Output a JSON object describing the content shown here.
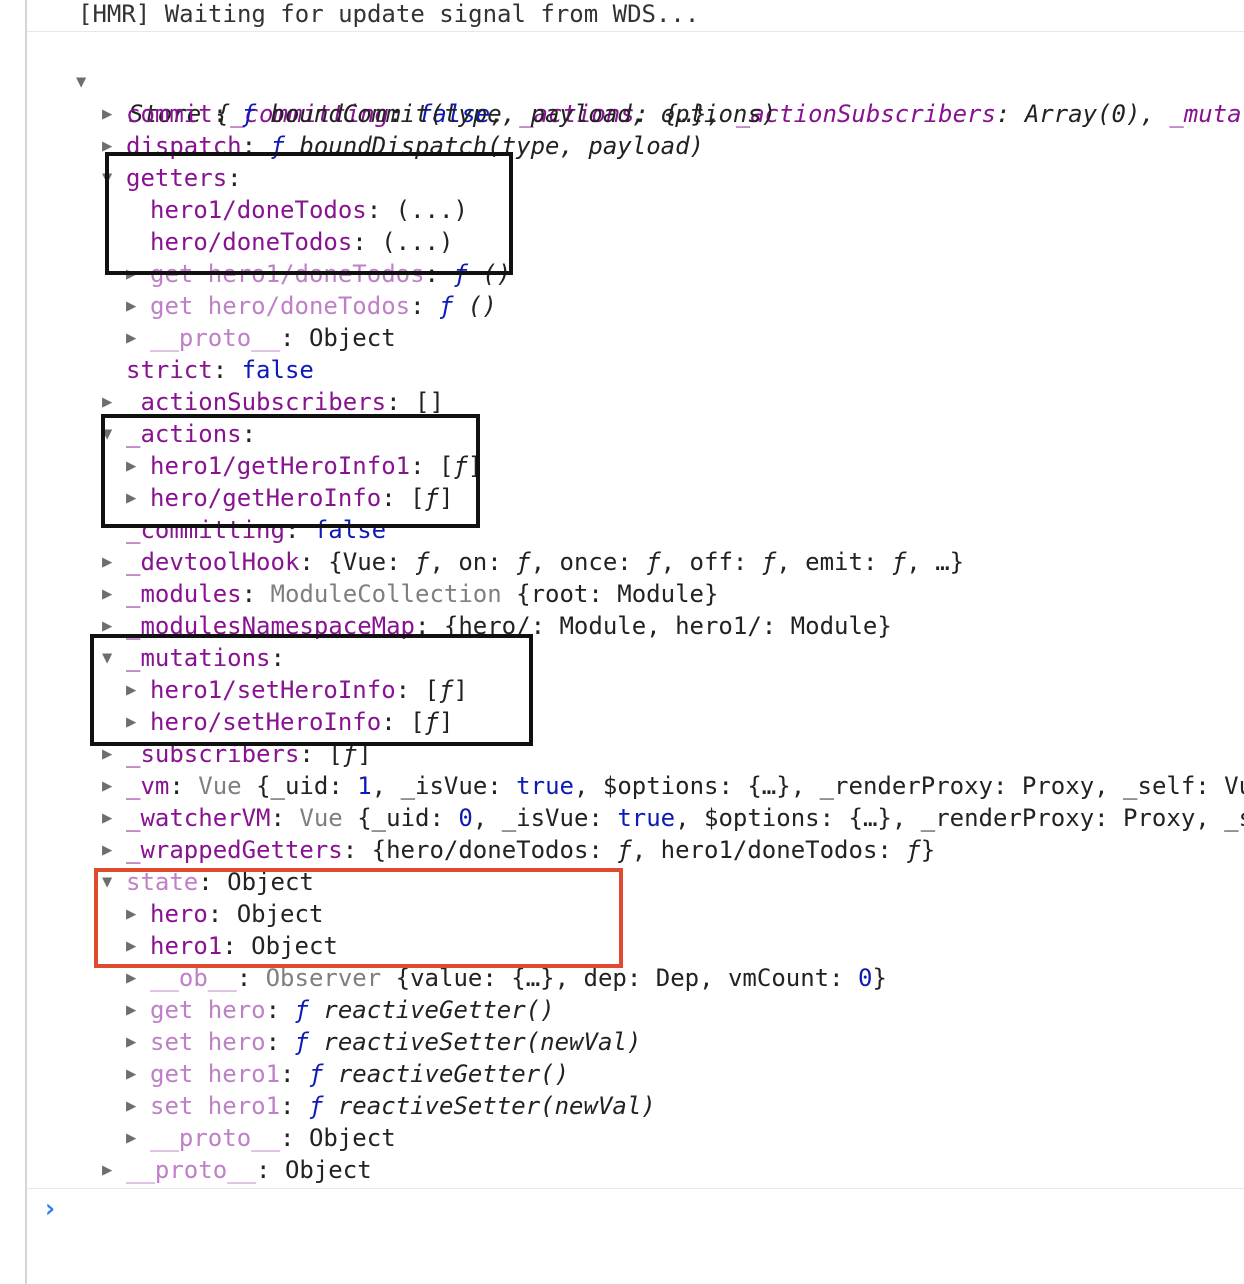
{
  "hmr_message": "[HMR] Waiting for update signal from WDS...",
  "store": {
    "name": "Store",
    "summary": [
      {
        "t": " {",
        "c": "i"
      },
      {
        "t": "_committing",
        "c": "i k"
      },
      {
        "t": ": ",
        "c": "i"
      },
      {
        "t": "false",
        "c": "i kw"
      },
      {
        "t": ", ",
        "c": "i"
      },
      {
        "t": "_actions",
        "c": "i k"
      },
      {
        "t": ": {…}, ",
        "c": "i"
      },
      {
        "t": "_actionSubscribers",
        "c": "i k"
      },
      {
        "t": ": Array(0), ",
        "c": "i"
      },
      {
        "t": "_mutati",
        "c": "i k"
      }
    ]
  },
  "rows": [
    {
      "indent": 0,
      "arrow": "right",
      "parts": [
        {
          "t": "commit",
          "c": "k"
        },
        {
          "t": ": "
        },
        {
          "t": "ƒ ",
          "c": "i kw"
        },
        {
          "t": "boundCommit(type, payload, options)",
          "c": "i"
        }
      ]
    },
    {
      "indent": 0,
      "arrow": "right",
      "parts": [
        {
          "t": "dispatch",
          "c": "k"
        },
        {
          "t": ": "
        },
        {
          "t": "ƒ ",
          "c": "i kw"
        },
        {
          "t": "boundDispatch(type, payload)",
          "c": "i"
        }
      ]
    },
    {
      "indent": 0,
      "arrow": "down",
      "parts": [
        {
          "t": "getters",
          "c": "k"
        },
        {
          "t": ":"
        }
      ]
    },
    {
      "indent": 1,
      "arrow": "none",
      "parts": [
        {
          "t": "hero1/doneTodos",
          "c": "k"
        },
        {
          "t": ": (...)"
        }
      ]
    },
    {
      "indent": 1,
      "arrow": "none",
      "parts": [
        {
          "t": "hero/doneTodos",
          "c": "k"
        },
        {
          "t": ": (...)"
        }
      ]
    },
    {
      "indent": 1,
      "arrow": "right",
      "parts": [
        {
          "t": "get hero1/doneTodos",
          "c": "kd"
        },
        {
          "t": ": "
        },
        {
          "t": "ƒ ",
          "c": "i kw"
        },
        {
          "t": "()",
          "c": "i"
        }
      ]
    },
    {
      "indent": 1,
      "arrow": "right",
      "parts": [
        {
          "t": "get hero/doneTodos",
          "c": "kd"
        },
        {
          "t": ": "
        },
        {
          "t": "ƒ ",
          "c": "i kw"
        },
        {
          "t": "()",
          "c": "i"
        }
      ]
    },
    {
      "indent": 1,
      "arrow": "right",
      "parts": [
        {
          "t": "__proto__",
          "c": "kd"
        },
        {
          "t": ": Object"
        }
      ]
    },
    {
      "indent": 0,
      "arrow": "none",
      "parts": [
        {
          "t": "strict",
          "c": "k"
        },
        {
          "t": ": "
        },
        {
          "t": "false",
          "c": "kw"
        }
      ]
    },
    {
      "indent": 0,
      "arrow": "right",
      "parts": [
        {
          "t": "_actionSubscribers",
          "c": "k"
        },
        {
          "t": ": []"
        }
      ]
    },
    {
      "indent": 0,
      "arrow": "down",
      "parts": [
        {
          "t": "_actions",
          "c": "k"
        },
        {
          "t": ":"
        }
      ]
    },
    {
      "indent": 1,
      "arrow": "right",
      "parts": [
        {
          "t": "hero1/getHeroInfo1",
          "c": "k"
        },
        {
          "t": ": ["
        },
        {
          "t": "ƒ",
          "c": "i"
        },
        {
          "t": "]"
        }
      ]
    },
    {
      "indent": 1,
      "arrow": "right",
      "parts": [
        {
          "t": "hero/getHeroInfo",
          "c": "k"
        },
        {
          "t": ": ["
        },
        {
          "t": "ƒ",
          "c": "i"
        },
        {
          "t": "]"
        }
      ]
    },
    {
      "indent": 0,
      "arrow": "none",
      "parts": [
        {
          "t": "_committing",
          "c": "k"
        },
        {
          "t": ": "
        },
        {
          "t": "false",
          "c": "kw"
        }
      ]
    },
    {
      "indent": 0,
      "arrow": "right",
      "parts": [
        {
          "t": "_devtoolHook",
          "c": "k"
        },
        {
          "t": ": {Vue: "
        },
        {
          "t": "ƒ",
          "c": "i"
        },
        {
          "t": ", on: "
        },
        {
          "t": "ƒ",
          "c": "i"
        },
        {
          "t": ", once: "
        },
        {
          "t": "ƒ",
          "c": "i"
        },
        {
          "t": ", off: "
        },
        {
          "t": "ƒ",
          "c": "i"
        },
        {
          "t": ", emit: "
        },
        {
          "t": "ƒ",
          "c": "i"
        },
        {
          "t": ", …}"
        }
      ]
    },
    {
      "indent": 0,
      "arrow": "right",
      "parts": [
        {
          "t": "_modules",
          "c": "k"
        },
        {
          "t": ": "
        },
        {
          "t": "ModuleCollection",
          "c": "g"
        },
        {
          "t": " {root: Module}"
        }
      ]
    },
    {
      "indent": 0,
      "arrow": "right",
      "parts": [
        {
          "t": "_modulesNamespaceMap",
          "c": "k"
        },
        {
          "t": ": {hero/: Module, hero1/: Module}"
        }
      ]
    },
    {
      "indent": 0,
      "arrow": "down",
      "parts": [
        {
          "t": "_mutations",
          "c": "k"
        },
        {
          "t": ":"
        }
      ]
    },
    {
      "indent": 1,
      "arrow": "right",
      "parts": [
        {
          "t": "hero1/setHeroInfo",
          "c": "k"
        },
        {
          "t": ": ["
        },
        {
          "t": "ƒ",
          "c": "i"
        },
        {
          "t": "]"
        }
      ]
    },
    {
      "indent": 1,
      "arrow": "right",
      "parts": [
        {
          "t": "hero/setHeroInfo",
          "c": "k"
        },
        {
          "t": ": ["
        },
        {
          "t": "ƒ",
          "c": "i"
        },
        {
          "t": "]"
        }
      ]
    },
    {
      "indent": 0,
      "arrow": "right",
      "parts": [
        {
          "t": "_subscribers",
          "c": "k"
        },
        {
          "t": ": ["
        },
        {
          "t": "ƒ",
          "c": "i"
        },
        {
          "t": "]"
        }
      ]
    },
    {
      "indent": 0,
      "arrow": "right",
      "parts": [
        {
          "t": "_vm",
          "c": "k"
        },
        {
          "t": ": "
        },
        {
          "t": "Vue",
          "c": "g"
        },
        {
          "t": " {_uid: "
        },
        {
          "t": "1",
          "c": "kw"
        },
        {
          "t": ", _isVue: "
        },
        {
          "t": "true",
          "c": "kw"
        },
        {
          "t": ", $options: {…}, _renderProxy: Proxy, _self: Vu"
        }
      ]
    },
    {
      "indent": 0,
      "arrow": "right",
      "parts": [
        {
          "t": "_watcherVM",
          "c": "k"
        },
        {
          "t": ": "
        },
        {
          "t": "Vue",
          "c": "g"
        },
        {
          "t": " {_uid: "
        },
        {
          "t": "0",
          "c": "kw"
        },
        {
          "t": ", _isVue: "
        },
        {
          "t": "true",
          "c": "kw"
        },
        {
          "t": ", $options: {…}, _renderProxy: Proxy, _s"
        }
      ]
    },
    {
      "indent": 0,
      "arrow": "right",
      "parts": [
        {
          "t": "_wrappedGetters",
          "c": "k"
        },
        {
          "t": ": {hero/doneTodos: "
        },
        {
          "t": "ƒ",
          "c": "i"
        },
        {
          "t": ", hero1/doneTodos: "
        },
        {
          "t": "ƒ",
          "c": "i"
        },
        {
          "t": "}"
        }
      ]
    },
    {
      "indent": 0,
      "arrow": "down",
      "parts": [
        {
          "t": "state",
          "c": "kd"
        },
        {
          "t": ": Object"
        }
      ]
    },
    {
      "indent": 1,
      "arrow": "right",
      "parts": [
        {
          "t": "hero",
          "c": "k"
        },
        {
          "t": ": Object"
        }
      ]
    },
    {
      "indent": 1,
      "arrow": "right",
      "parts": [
        {
          "t": "hero1",
          "c": "k"
        },
        {
          "t": ": Object"
        }
      ]
    },
    {
      "indent": 1,
      "arrow": "right",
      "parts": [
        {
          "t": "__ob__",
          "c": "kd"
        },
        {
          "t": ": "
        },
        {
          "t": "Observer",
          "c": "g"
        },
        {
          "t": " {value: {…}, dep: Dep, vmCount: "
        },
        {
          "t": "0",
          "c": "kw"
        },
        {
          "t": "}"
        }
      ]
    },
    {
      "indent": 1,
      "arrow": "right",
      "parts": [
        {
          "t": "get hero",
          "c": "kd"
        },
        {
          "t": ": "
        },
        {
          "t": "ƒ ",
          "c": "i kw"
        },
        {
          "t": "reactiveGetter()",
          "c": "i"
        }
      ]
    },
    {
      "indent": 1,
      "arrow": "right",
      "parts": [
        {
          "t": "set hero",
          "c": "kd"
        },
        {
          "t": ": "
        },
        {
          "t": "ƒ ",
          "c": "i kw"
        },
        {
          "t": "reactiveSetter(newVal)",
          "c": "i"
        }
      ]
    },
    {
      "indent": 1,
      "arrow": "right",
      "parts": [
        {
          "t": "get hero1",
          "c": "kd"
        },
        {
          "t": ": "
        },
        {
          "t": "ƒ ",
          "c": "i kw"
        },
        {
          "t": "reactiveGetter()",
          "c": "i"
        }
      ]
    },
    {
      "indent": 1,
      "arrow": "right",
      "parts": [
        {
          "t": "set hero1",
          "c": "kd"
        },
        {
          "t": ": "
        },
        {
          "t": "ƒ ",
          "c": "i kw"
        },
        {
          "t": "reactiveSetter(newVal)",
          "c": "i"
        }
      ]
    },
    {
      "indent": 1,
      "arrow": "right",
      "parts": [
        {
          "t": "__proto__",
          "c": "kd"
        },
        {
          "t": ": Object"
        }
      ]
    },
    {
      "indent": 0,
      "arrow": "right",
      "parts": [
        {
          "t": "__proto__",
          "c": "kd"
        },
        {
          "t": ": Object"
        }
      ]
    }
  ],
  "highlights": [
    {
      "label": "getters",
      "color": "#111111"
    },
    {
      "label": "_actions",
      "color": "#111111"
    },
    {
      "label": "_mutations",
      "color": "#111111"
    },
    {
      "label": "state",
      "color": "#e04a2f"
    }
  ],
  "prompt_icon": "chevron-right-icon"
}
